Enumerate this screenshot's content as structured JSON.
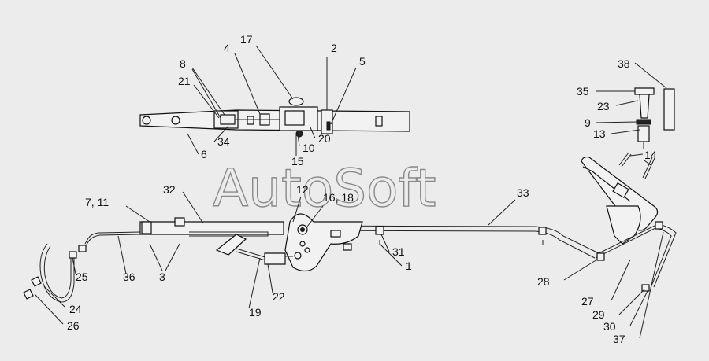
{
  "watermark": "AutoSoft",
  "callouts": [
    "17",
    "4",
    "2",
    "5",
    "8",
    "21",
    "34",
    "6",
    "10",
    "20",
    "15",
    "12",
    "16, 18",
    "32",
    "7, 11",
    "33",
    "31",
    "1",
    "3",
    "36",
    "25",
    "24",
    "26",
    "22",
    "19",
    "28",
    "27",
    "29",
    "30",
    "37",
    "38",
    "35",
    "23",
    "9",
    "13",
    "14"
  ]
}
